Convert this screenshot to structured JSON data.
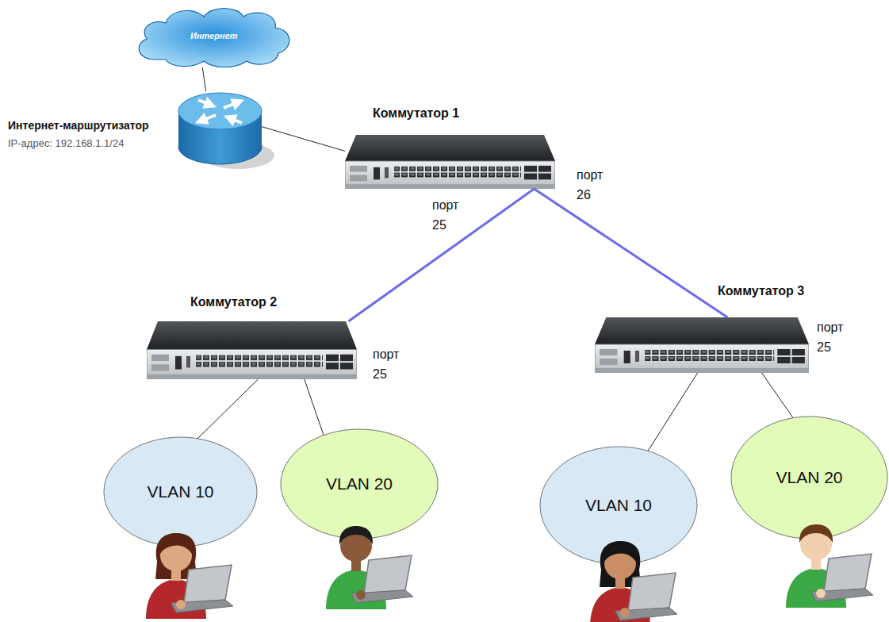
{
  "diagram": {
    "nodes": [
      {
        "text": [
          "Интернет"
        ]
      },
      {
        "text": [
          "Интернет-маршрутизатор",
          "IP-адрес: 192.168.1.1/24"
        ]
      },
      {
        "text": [
          "Коммутатор 1"
        ]
      },
      {
        "text": [
          "Коммутатор 2"
        ]
      },
      {
        "text": [
          "Коммутатор 3"
        ]
      },
      {
        "text": [
          "VLAN 10"
        ]
      },
      {
        "text": [
          "VLAN 20"
        ]
      },
      {
        "text": [
          "VLAN 10"
        ]
      },
      {
        "text": [
          "VLAN 20"
        ]
      }
    ],
    "edges": [
      {
        "from": 0,
        "to": 1,
        "arrow": "none"
      },
      {
        "from": 1,
        "to": 2,
        "arrow": "none"
      },
      {
        "from": 2,
        "to": 3,
        "arrow": "none"
      },
      {
        "from": 2,
        "to": 4,
        "arrow": "none"
      },
      {
        "from": 3,
        "to": 5,
        "arrow": "none"
      },
      {
        "from": 3,
        "to": 6,
        "arrow": "none"
      },
      {
        "from": 4,
        "to": 7,
        "arrow": "none"
      },
      {
        "from": 4,
        "to": 8,
        "arrow": "none"
      }
    ],
    "labels": [
      "порт 26",
      "порт 25",
      "порт 25",
      "порт 25"
    ]
  }
}
